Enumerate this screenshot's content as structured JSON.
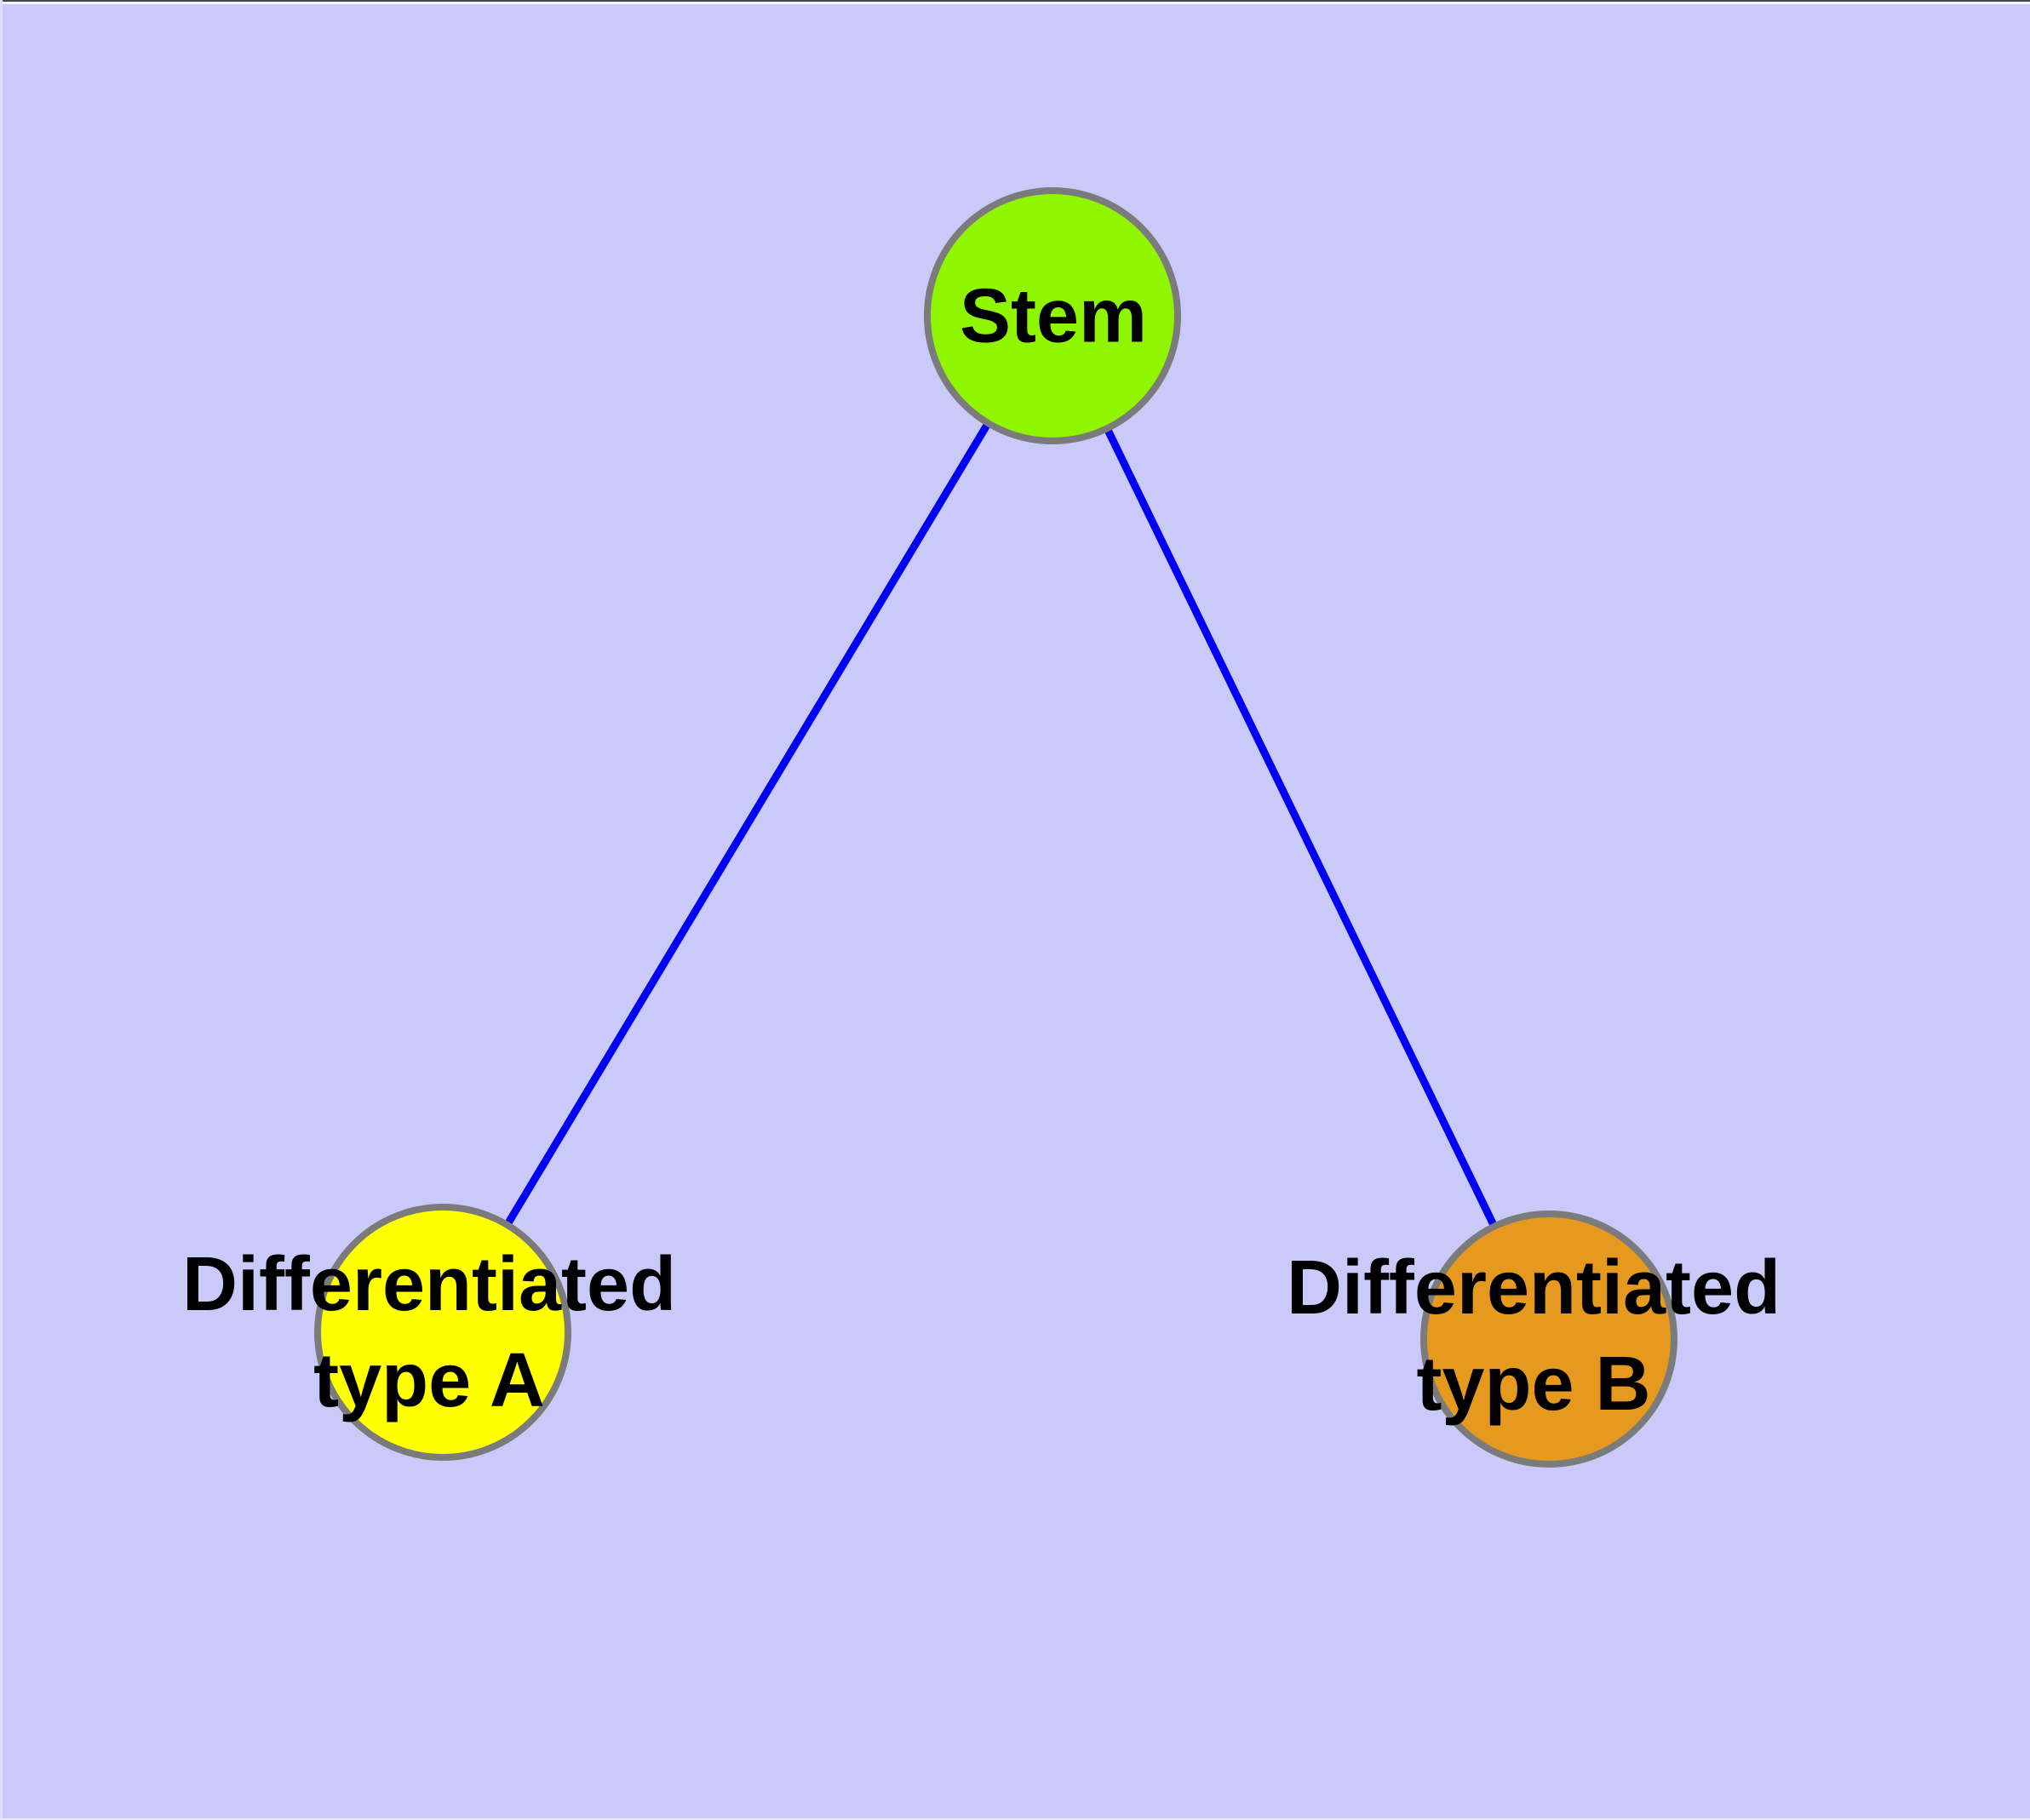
{
  "diagram": {
    "type": "graph",
    "background_color": "#cacafa",
    "edge_color": "#0202f2",
    "node_border_color": "#7b7b7b",
    "text_color": "#000000",
    "nodes": [
      {
        "id": "stem",
        "label": "Stem",
        "fill": "#8ff500"
      },
      {
        "id": "type-a",
        "label": "Differentiated\ntype A",
        "fill": "#ffff00"
      },
      {
        "id": "type-b",
        "label": "Differentiated\ntype B",
        "fill": "#e6991f"
      }
    ],
    "edges": [
      {
        "from": "stem",
        "to": "type-a"
      },
      {
        "from": "stem",
        "to": "type-b"
      }
    ]
  }
}
